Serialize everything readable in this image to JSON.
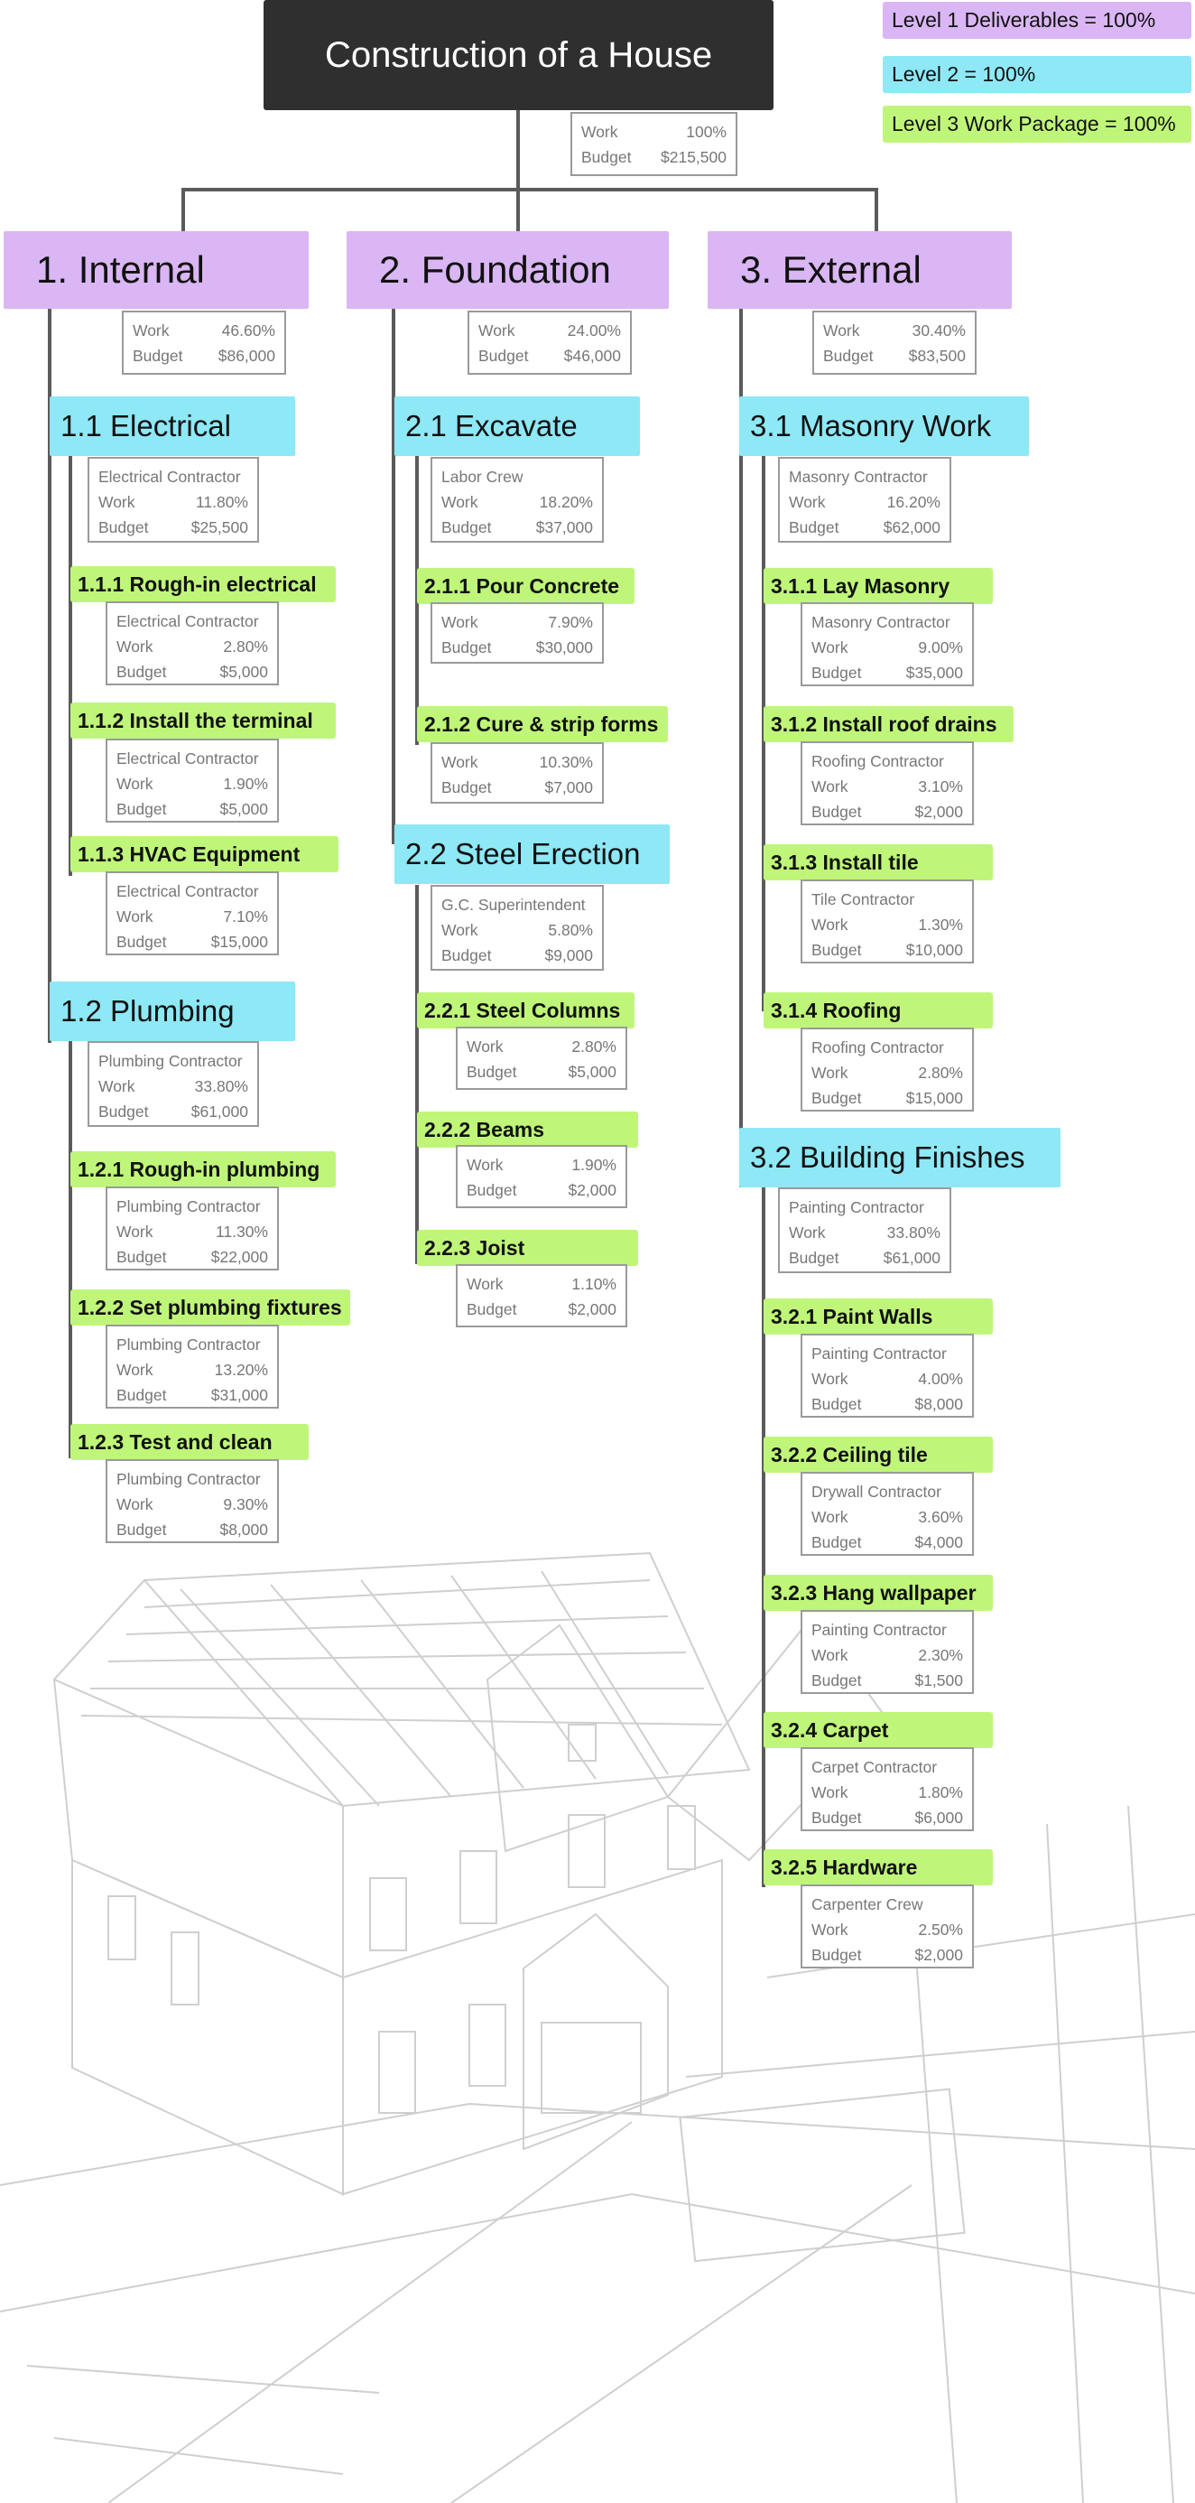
{
  "title": "Construction of a House",
  "legend": [
    {
      "label": "Level 1 Deliverables = 100%",
      "color": "#dab6f4"
    },
    {
      "label": "Level 2 = 100%",
      "color": "#8ee8f6"
    },
    {
      "label": "Level 3 Work Package = 100%",
      "color": "#bff679"
    }
  ],
  "labels": {
    "work": "Work",
    "budget": "Budget"
  },
  "root": {
    "work": "100%",
    "budget": "$215,500"
  },
  "colors": {
    "level1": "#dab6f4",
    "level2": "#8ee8f6",
    "level3": "#bff679",
    "root": "#2f2f2f"
  },
  "nodes": {
    "n1": {
      "title": "1. Internal",
      "work": "46.60%",
      "budget": "$86,000"
    },
    "n11": {
      "title": "1.1 Electrical",
      "owner": "Electrical Contractor",
      "work": "11.80%",
      "budget": "$25,500"
    },
    "n111": {
      "title": "1.1.1 Rough-in electrical",
      "owner": "Electrical Contractor",
      "work": "2.80%",
      "budget": "$5,000"
    },
    "n112": {
      "title": "1.1.2 Install the terminal",
      "owner": "Electrical Contractor",
      "work": "1.90%",
      "budget": "$5,000"
    },
    "n113": {
      "title": "1.1.3 HVAC Equipment",
      "owner": "Electrical Contractor",
      "work": "7.10%",
      "budget": "$15,000"
    },
    "n12": {
      "title": "1.2 Plumbing",
      "owner": "Plumbing Contractor",
      "work": "33.80%",
      "budget": "$61,000"
    },
    "n121": {
      "title": "1.2.1 Rough-in plumbing",
      "owner": "Plumbing Contractor",
      "work": "11.30%",
      "budget": "$22,000"
    },
    "n122": {
      "title": "1.2.2 Set plumbing fixtures",
      "owner": "Plumbing Contractor",
      "work": "13.20%",
      "budget": "$31,000"
    },
    "n123": {
      "title": "1.2.3 Test and clean",
      "owner": "Plumbing Contractor",
      "work": "9.30%",
      "budget": "$8,000"
    },
    "n2": {
      "title": "2. Foundation",
      "work": "24.00%",
      "budget": "$46,000"
    },
    "n21": {
      "title": "2.1 Excavate",
      "owner": "Labor Crew",
      "work": "18.20%",
      "budget": "$37,000"
    },
    "n211": {
      "title": "2.1.1 Pour Concrete",
      "work": "7.90%",
      "budget": "$30,000"
    },
    "n212": {
      "title": "2.1.2 Cure & strip forms",
      "work": "10.30%",
      "budget": "$7,000"
    },
    "n22": {
      "title": "2.2 Steel Erection",
      "owner": "G.C. Superintendent",
      "work": "5.80%",
      "budget": "$9,000"
    },
    "n221": {
      "title": "2.2.1 Steel Columns",
      "work": "2.80%",
      "budget": "$5,000"
    },
    "n222": {
      "title": "2.2.2 Beams",
      "work": "1.90%",
      "budget": "$2,000"
    },
    "n223": {
      "title": "2.2.3 Joist",
      "work": "1.10%",
      "budget": "$2,000"
    },
    "n3": {
      "title": "3. External",
      "work": "30.40%",
      "budget": "$83,500"
    },
    "n31": {
      "title": "3.1 Masonry Work",
      "owner": "Masonry Contractor",
      "work": "16.20%",
      "budget": "$62,000"
    },
    "n311": {
      "title": "3.1.1 Lay Masonry",
      "owner": "Masonry Contractor",
      "work": "9.00%",
      "budget": "$35,000"
    },
    "n312": {
      "title": "3.1.2 Install roof drains",
      "owner": "Roofing Contractor",
      "work": "3.10%",
      "budget": "$2,000"
    },
    "n313": {
      "title": "3.1.3 Install tile",
      "owner": "Tile Contractor",
      "work": "1.30%",
      "budget": "$10,000"
    },
    "n314": {
      "title": "3.1.4 Roofing",
      "owner": "Roofing Contractor",
      "work": "2.80%",
      "budget": "$15,000"
    },
    "n32": {
      "title": "3.2 Building Finishes",
      "owner": "Painting Contractor",
      "work": "33.80%",
      "budget": "$61,000"
    },
    "n321": {
      "title": "3.2.1 Paint Walls",
      "owner": "Painting Contractor",
      "work": "4.00%",
      "budget": "$8,000"
    },
    "n322": {
      "title": "3.2.2 Ceiling tile",
      "owner": "Drywall Contractor",
      "work": "3.60%",
      "budget": "$4,000"
    },
    "n323": {
      "title": "3.2.3 Hang wallpaper",
      "owner": "Painting Contractor",
      "work": "2.30%",
      "budget": "$1,500"
    },
    "n324": {
      "title": "3.2.4 Carpet",
      "owner": "Carpet Contractor",
      "work": "1.80%",
      "budget": "$6,000"
    },
    "n325": {
      "title": "3.2.5 Hardware",
      "owner": "Carpenter Crew",
      "work": "2.50%",
      "budget": "$2,000"
    }
  }
}
